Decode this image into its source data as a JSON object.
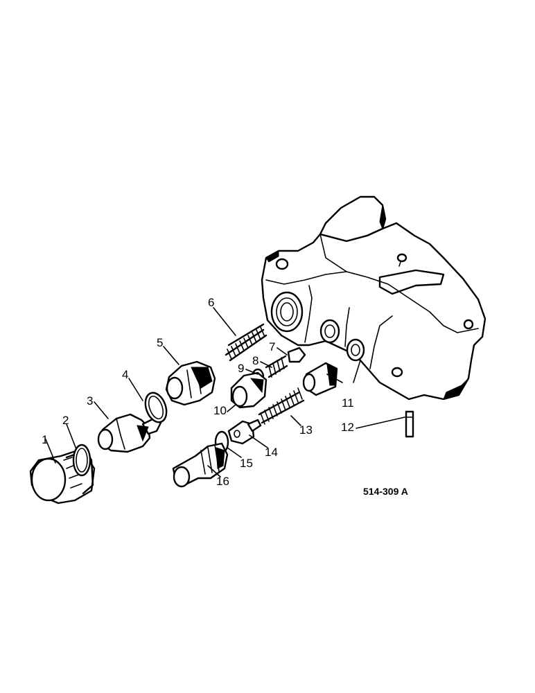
{
  "diagram": {
    "reference_code": "514-309 A",
    "callouts": [
      {
        "id": "c1",
        "text": "1"
      },
      {
        "id": "c2",
        "text": "2"
      },
      {
        "id": "c3",
        "text": "3"
      },
      {
        "id": "c4",
        "text": "4"
      },
      {
        "id": "c5",
        "text": "5"
      },
      {
        "id": "c6",
        "text": "6"
      },
      {
        "id": "c7",
        "text": "7"
      },
      {
        "id": "c8",
        "text": "8"
      },
      {
        "id": "c9",
        "text": "9"
      },
      {
        "id": "c10",
        "text": "10"
      },
      {
        "id": "c11",
        "text": "11"
      },
      {
        "id": "c12",
        "text": "12"
      },
      {
        "id": "c13",
        "text": "13"
      },
      {
        "id": "c14",
        "text": "14"
      },
      {
        "id": "c15",
        "text": "15"
      },
      {
        "id": "c16",
        "text": "16"
      }
    ]
  }
}
